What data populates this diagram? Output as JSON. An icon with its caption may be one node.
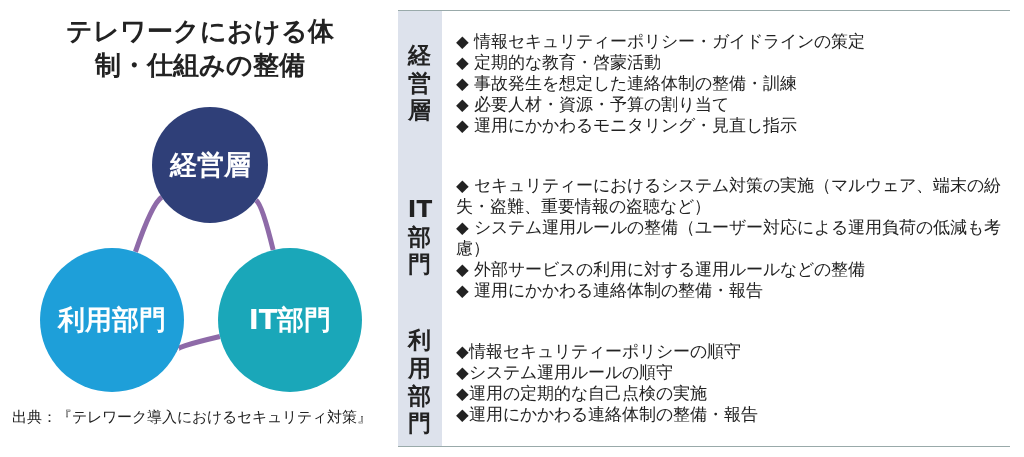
{
  "diagram": {
    "title": "テレワークにおける体制・仕組みの整備",
    "caption": "出典：『テレワーク導入におけるセキュリティ対策』",
    "nodes": [
      {
        "text": [
          "経営層"
        ]
      },
      {
        "text": [
          "利用部門"
        ]
      },
      {
        "text": [
          "IT部門"
        ]
      }
    ],
    "edges": [
      {
        "from": 0,
        "to": 1,
        "arrow": "none"
      },
      {
        "from": 0,
        "to": 2,
        "arrow": "none"
      },
      {
        "from": 1,
        "to": 2,
        "arrow": "none"
      }
    ],
    "labels": [
      "経営層",
      "◆ 情報セキュリティーポリシー・ガイドラインの策定",
      "◆ 定期的な教育・啓蒙活動",
      "◆ 事故発生を想定した連絡体制の整備・訓練",
      "◆ 必要人材・資源・予算の割り当て",
      "◆ 運用にかかわるモニタリング・見直し指示",
      "IT部門",
      "◆ セキュリティーにおけるシステム対策の実施（マルウェア、端末の紛失・盗難、重要情報の盗聴など）",
      "◆ システム運用ルールの整備（ユーザー対応による運用負荷の低減も考慮）",
      "◆ 外部サービスの利用に対する運用ルールなどの整備",
      "◆ 運用にかかわる連絡体制の整備・報告",
      "利用部門",
      "◆情報セキュリティーポリシーの順守",
      "◆システム運用ルールの順守",
      "◆運用の定期的な自己点検の実施",
      "◆運用にかかわる連絡体制の整備・報告"
    ]
  }
}
